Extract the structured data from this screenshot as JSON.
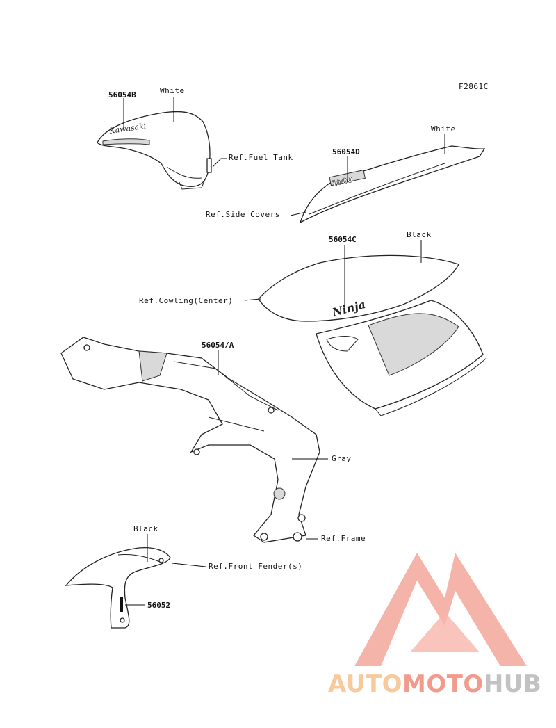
{
  "figure_code": "F2861C",
  "labels": {
    "p56054B": "56054B",
    "white_tank": "White",
    "ref_fuel_tank": "Ref.Fuel Tank",
    "p56054D": "56054D",
    "white_side": "White",
    "ref_side_covers": "Ref.Side Covers",
    "p56054C": "56054C",
    "black_cowl": "Black",
    "ref_cowling": "Ref.Cowling(Center)",
    "p56054A": "56054/A",
    "gray_frame": "Gray",
    "ref_frame": "Ref.Frame",
    "black_fender": "Black",
    "ref_front_fender": "Ref.Front Fender(s)",
    "p56052": "56052"
  },
  "decals": {
    "tank_brand": "Kawasaki",
    "side_model": "1000",
    "cowl_model": "Ninja"
  },
  "watermark": {
    "part1": "AUTO",
    "part2": "MOTO",
    "part3": "HUB",
    "color1": "#f7c08a",
    "color2": "#f08a7a",
    "color3": "#b8b8b8"
  }
}
